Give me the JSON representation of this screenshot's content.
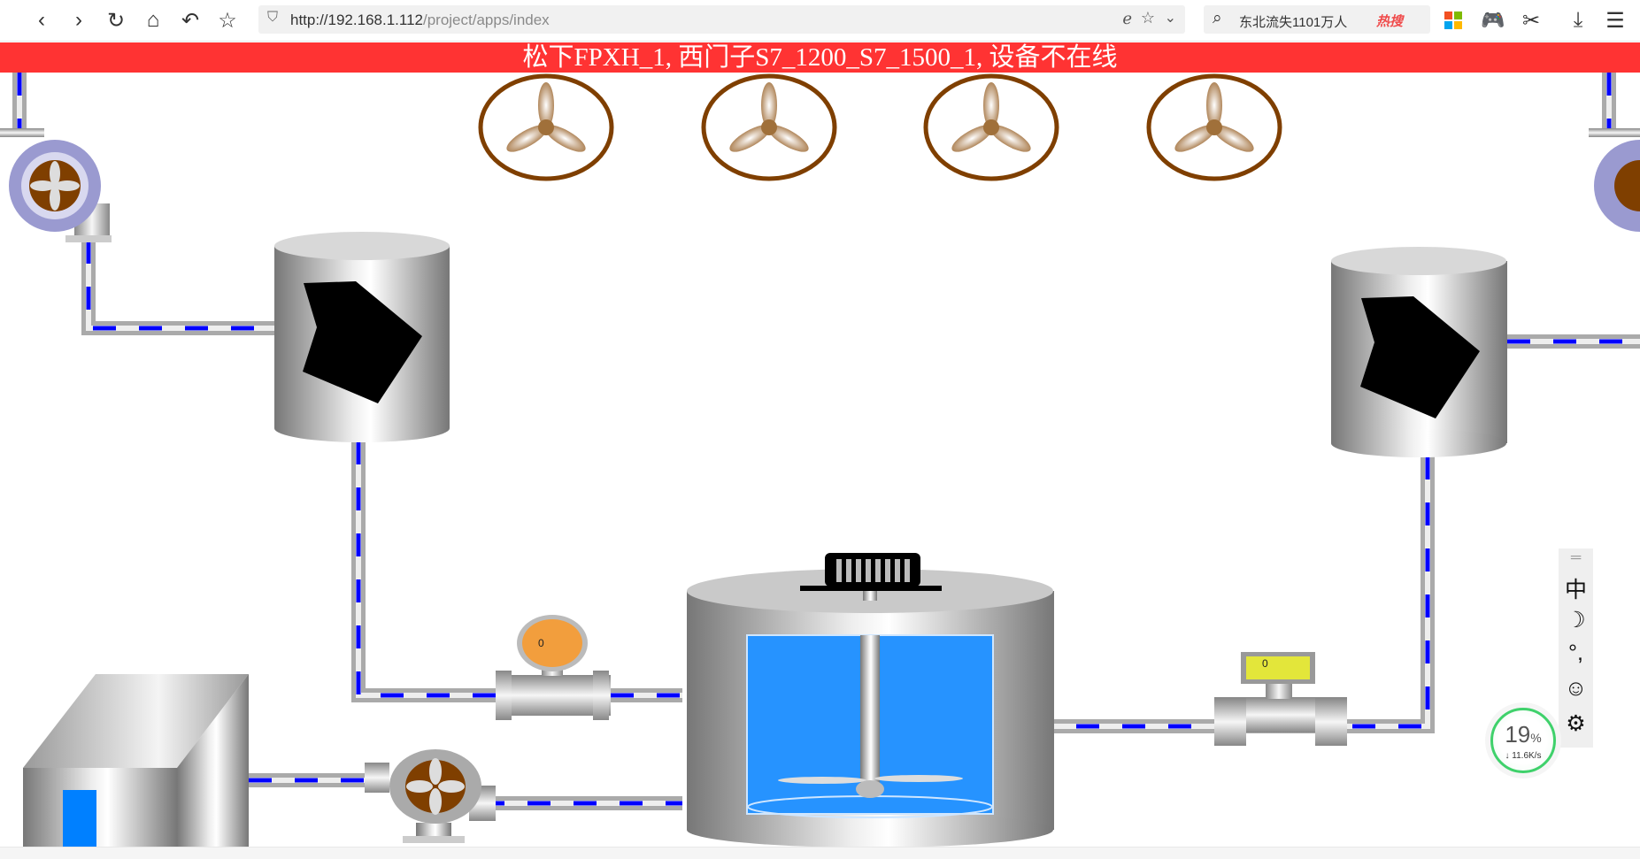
{
  "browser": {
    "url_host": "http://192.168.1.112",
    "url_path": "/project/apps/index",
    "search_text": "东北流失1101万人",
    "search_badge": "热搜",
    "icons": [
      "back-icon",
      "forward-icon",
      "reload-icon",
      "home-icon",
      "undo-icon",
      "favorite-icon",
      "shield-icon",
      "compat-icon",
      "star-icon",
      "chevron-down-icon",
      "search-icon",
      "apps-icon",
      "game-icon",
      "scissors-icon",
      "download-icon",
      "menu-icon"
    ]
  },
  "banner": {
    "text": "松下FPXH_1, 西门子S7_1200_S7_1500_1, 设备不在线",
    "color": "#ff3333"
  },
  "scada": {
    "fans_count": 4,
    "flow_meter_value": "0",
    "level_meter_value": "0",
    "flow_color": "#0000ff",
    "liquid_color": "#2693ff",
    "fan_ring_color": "#7f3f00"
  },
  "ime_toolbar": {
    "items": [
      "中",
      "☽",
      "°,",
      "☺",
      "⚙"
    ]
  },
  "net_widget": {
    "percent": "19",
    "percent_unit": "%",
    "rate": "↓ 11.6K/s",
    "progress": 0.19
  }
}
